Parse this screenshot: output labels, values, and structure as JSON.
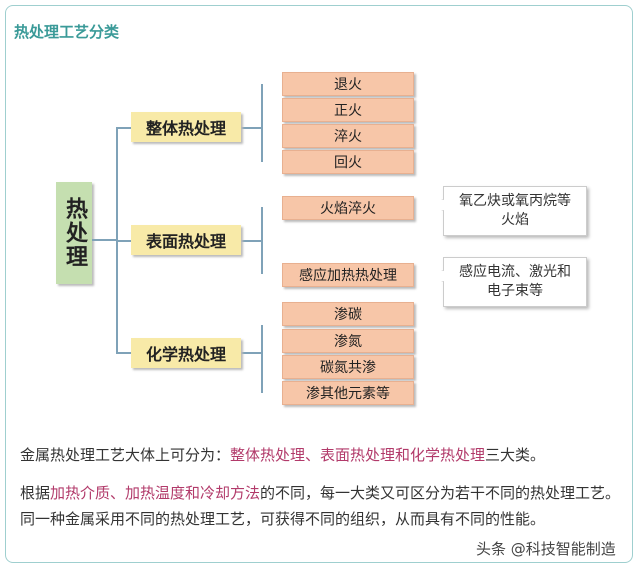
{
  "title": "热处理工艺分类",
  "root": "热处理",
  "categories": [
    {
      "label": "整体热处理",
      "items": [
        "退火",
        "正火",
        "淬火",
        "回火"
      ]
    },
    {
      "label": "表面热处理",
      "items": [
        "火焰淬火",
        "感应加热热处理"
      ],
      "notes": [
        "氧乙炔或氧丙烷等火焰",
        "感应电流、激光和电子束等"
      ]
    },
    {
      "label": "化学热处理",
      "items": [
        "渗碳",
        "渗氮",
        "碳氮共渗",
        "渗其他元素等"
      ]
    }
  ],
  "para1": {
    "a": "金属热处理工艺大体上可分为：",
    "b": "整体热处理、表面热处理和化学热处理",
    "c": "三大类。"
  },
  "para2": {
    "a": "根据",
    "b": "加热介质、加热温度和冷却方法",
    "c": "的不同，每一大类又可区分为若干不同的热处理工艺。同一种金属采用不同的热处理工艺，可获得不同的组织，从而具有不同的性能。"
  },
  "watermark": "头条 @科技智能制造"
}
